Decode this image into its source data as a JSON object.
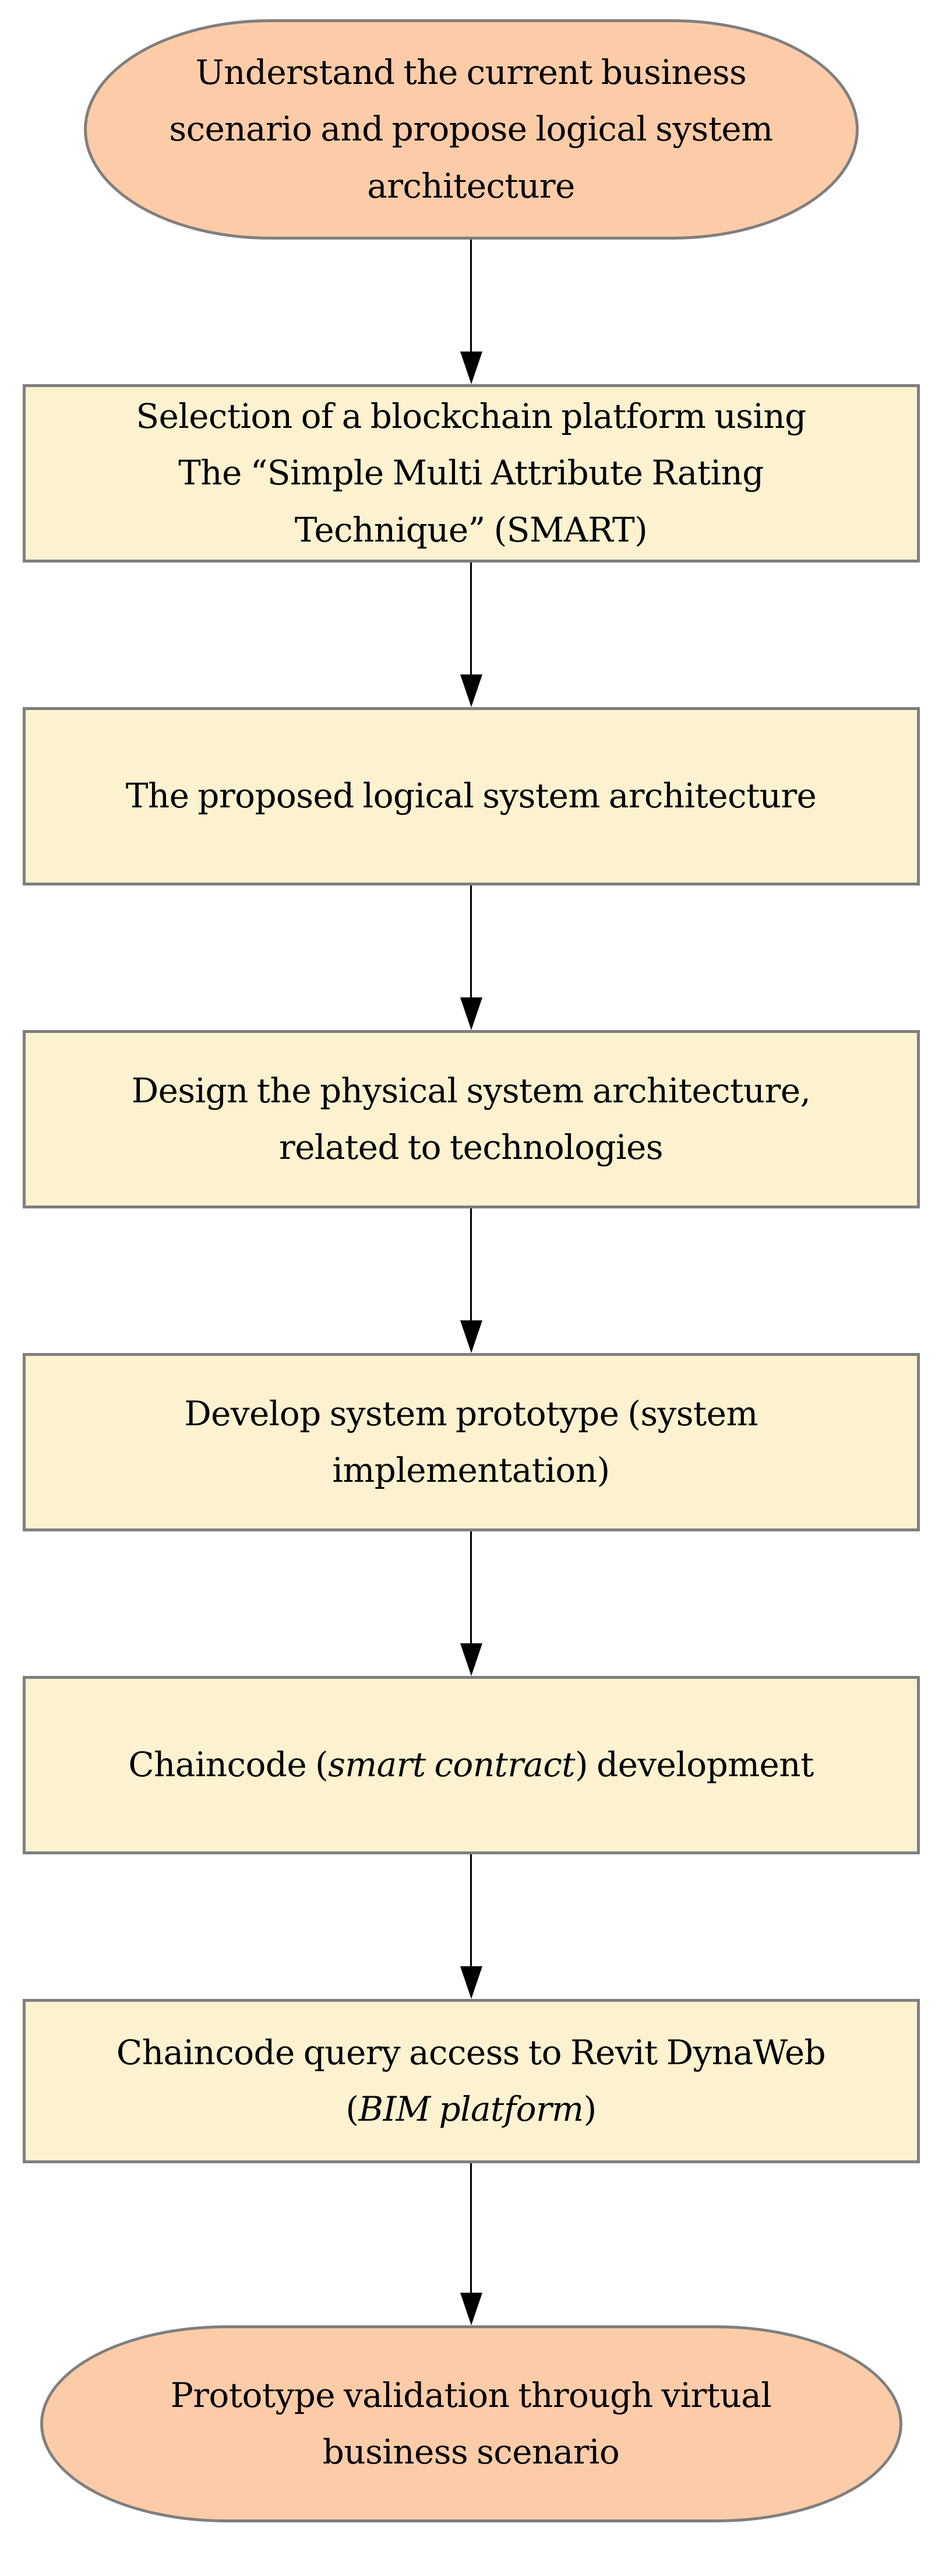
{
  "flowchart": {
    "title": "Research methodology flowchart",
    "colors": {
      "background": "#FFFFFF",
      "terminator_fill": "#FCCCA8",
      "process_fill": "#FCF2CF",
      "border": "#7F7F7F",
      "arrow": "#000000",
      "text": "#000000"
    },
    "nodes": [
      {
        "id": "understand-business-scenario",
        "shape": "terminator",
        "parts": [
          {
            "t": "Understand the current business\nscenario and propose logical system\narchitecture"
          }
        ]
      },
      {
        "id": "smart-platform-selection",
        "shape": "process",
        "parts": [
          {
            "t": "Selection of a blockchain platform using\nThe “Simple Multi Attribute Rating\nTechnique” (SMART)"
          }
        ]
      },
      {
        "id": "proposed-logical-architecture",
        "shape": "process",
        "parts": [
          {
            "t": "The proposed logical system architecture"
          }
        ]
      },
      {
        "id": "physical-architecture-design",
        "shape": "process",
        "parts": [
          {
            "t": "Design the physical system architecture,\nrelated to technologies"
          }
        ]
      },
      {
        "id": "develop-system-prototype",
        "shape": "process",
        "parts": [
          {
            "t": "Develop system prototype (system\nimplementation)"
          }
        ]
      },
      {
        "id": "chaincode-development",
        "shape": "process",
        "parts": [
          {
            "t": "Chaincode ("
          },
          {
            "t": "smart contract",
            "i": true
          },
          {
            "t": ") development"
          }
        ]
      },
      {
        "id": "chaincode-query-access",
        "shape": "process",
        "parts": [
          {
            "t": "Chaincode query access to Revit DynaWeb\n("
          },
          {
            "t": "BIM platform",
            "i": true
          },
          {
            "t": ")"
          }
        ]
      },
      {
        "id": "prototype-validation",
        "shape": "terminator",
        "parts": [
          {
            "t": "Prototype validation through virtual\nbusiness scenario"
          }
        ]
      }
    ]
  }
}
